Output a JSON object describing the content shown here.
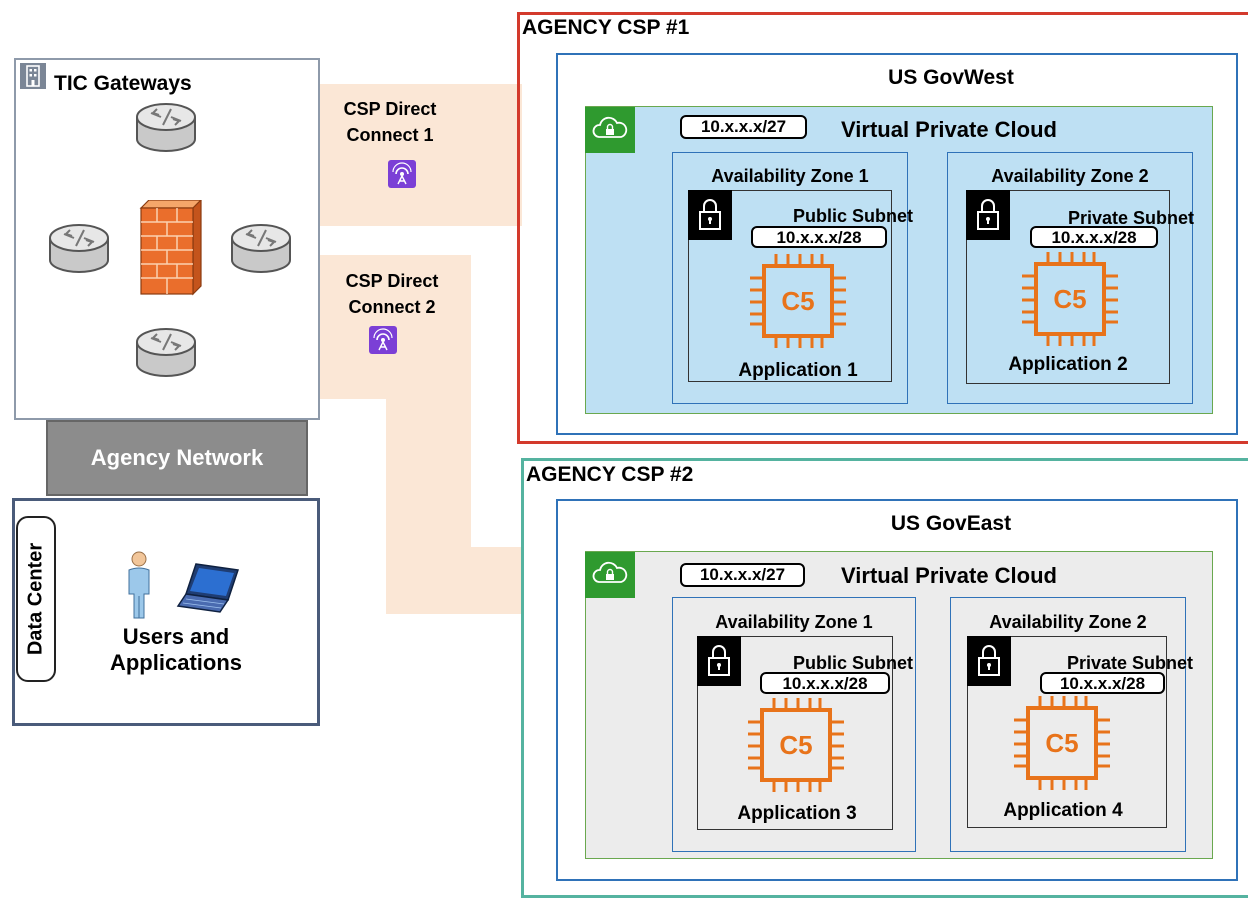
{
  "tic": {
    "title": "TIC Gateways",
    "icon": "office-building-icon"
  },
  "connects": [
    {
      "line1": "CSP Direct",
      "line2": "Connect 1"
    },
    {
      "line1": "CSP Direct",
      "line2": "Connect 2"
    }
  ],
  "agency_network": "Agency Network",
  "datacenter": {
    "label": "Data Center",
    "users_line1": "Users and",
    "users_line2": "Applications"
  },
  "csp1": {
    "title": "AGENCY CSP #1",
    "region": "US GovWest",
    "vpc_title": "Virtual Private Cloud",
    "vpc_cidr": "10.x.x.x/27",
    "az1": {
      "title": "Availability Zone 1",
      "subnet": "Public Subnet",
      "cidr": "10.x.x.x/28",
      "chip": "C5",
      "app": "Application 1"
    },
    "az2": {
      "title": "Availability Zone 2",
      "subnet": "Private Subnet",
      "cidr": "10.x.x.x/28",
      "chip": "C5",
      "app": "Application 2"
    }
  },
  "csp2": {
    "title": "AGENCY CSP #2",
    "region": "US GovEast",
    "vpc_title": "Virtual Private Cloud",
    "vpc_cidr": "10.x.x.x/27",
    "az1": {
      "title": "Availability Zone 1",
      "subnet": "Public Subnet",
      "cidr": "10.x.x.x/28",
      "chip": "C5",
      "app": "Application 3"
    },
    "az2": {
      "title": "Availability Zone 2",
      "subnet": "Private Subnet",
      "cidr": "10.x.x.x/28",
      "chip": "C5",
      "app": "Application 4"
    }
  },
  "colors": {
    "csp1_border": "#d33a2c",
    "csp2_border": "#55b3a0",
    "region_border": "#2f72b8",
    "vpc1_fill": "#bee0f3",
    "vpc2_fill": "#ececec",
    "vpc_badge": "#2f9a2f",
    "chip": "#e8731a",
    "direct_connect_icon": "#7b3fd6",
    "band": "#fbe7d6"
  }
}
